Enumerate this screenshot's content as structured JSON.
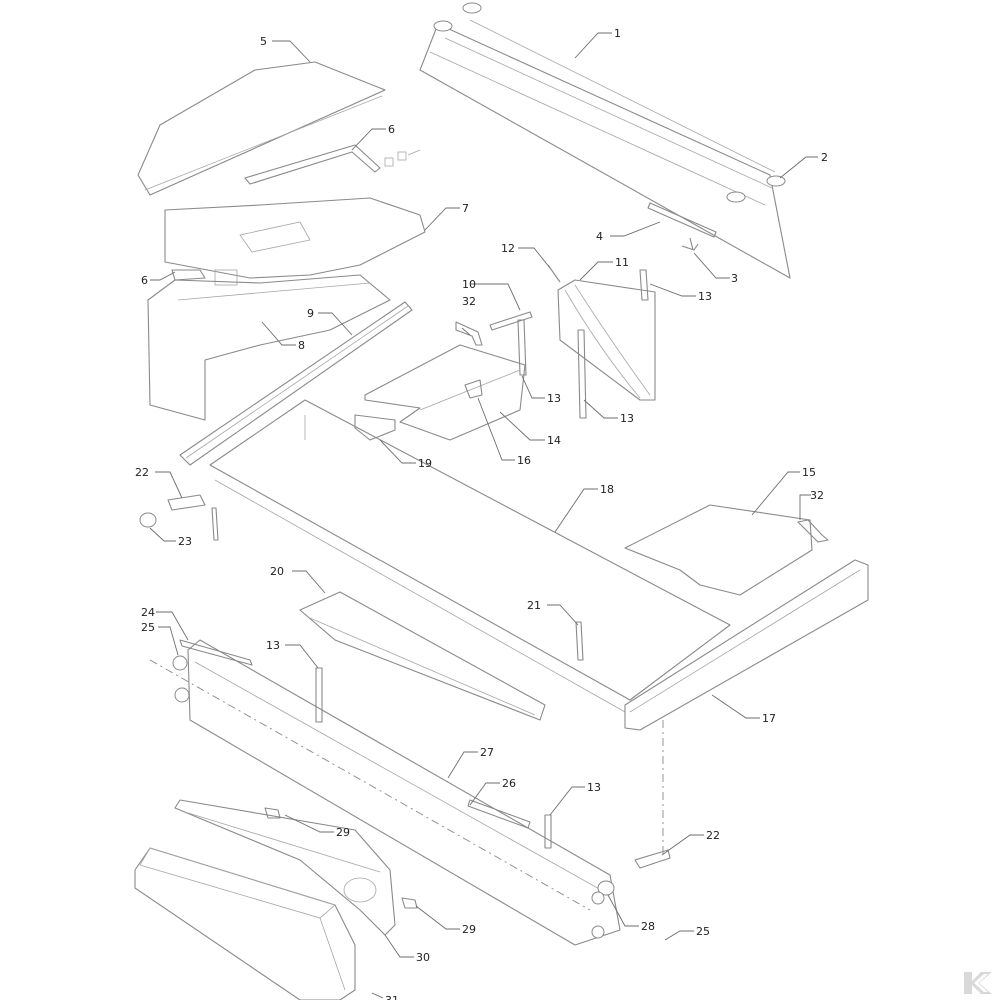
{
  "callouts": [
    {
      "id": "c1",
      "text": "1"
    },
    {
      "id": "c2",
      "text": "2"
    },
    {
      "id": "c3",
      "text": "3"
    },
    {
      "id": "c4",
      "text": "4"
    },
    {
      "id": "c5",
      "text": "5"
    },
    {
      "id": "c6a",
      "text": "6"
    },
    {
      "id": "c6b",
      "text": "6"
    },
    {
      "id": "c7",
      "text": "7"
    },
    {
      "id": "c8",
      "text": "8"
    },
    {
      "id": "c9",
      "text": "9"
    },
    {
      "id": "c10",
      "text": "10"
    },
    {
      "id": "c11",
      "text": "11"
    },
    {
      "id": "c12",
      "text": "12"
    },
    {
      "id": "c13a",
      "text": "13"
    },
    {
      "id": "c13b",
      "text": "13"
    },
    {
      "id": "c13c",
      "text": "13"
    },
    {
      "id": "c13d",
      "text": "13"
    },
    {
      "id": "c13e",
      "text": "13"
    },
    {
      "id": "c13f",
      "text": "13"
    },
    {
      "id": "c14",
      "text": "14"
    },
    {
      "id": "c15",
      "text": "15"
    },
    {
      "id": "c16",
      "text": "16"
    },
    {
      "id": "c17",
      "text": "17"
    },
    {
      "id": "c18",
      "text": "18"
    },
    {
      "id": "c19",
      "text": "19"
    },
    {
      "id": "c20",
      "text": "20"
    },
    {
      "id": "c21",
      "text": "21"
    },
    {
      "id": "c22a",
      "text": "22"
    },
    {
      "id": "c22b",
      "text": "22"
    },
    {
      "id": "c23",
      "text": "23"
    },
    {
      "id": "c24",
      "text": "24"
    },
    {
      "id": "c25a",
      "text": "25"
    },
    {
      "id": "c25b",
      "text": "25"
    },
    {
      "id": "c26",
      "text": "26"
    },
    {
      "id": "c27",
      "text": "27"
    },
    {
      "id": "c28",
      "text": "28"
    },
    {
      "id": "c29a",
      "text": "29"
    },
    {
      "id": "c29b",
      "text": "29"
    },
    {
      "id": "c30",
      "text": "30"
    },
    {
      "id": "c31",
      "text": "31"
    },
    {
      "id": "c32a",
      "text": "32"
    },
    {
      "id": "c32b",
      "text": "32"
    }
  ],
  "colors": {
    "line": "#8a8a8a",
    "text": "#222222",
    "logo": "#d9d9d9"
  },
  "logo": {
    "icon": "brand-k-logo"
  }
}
